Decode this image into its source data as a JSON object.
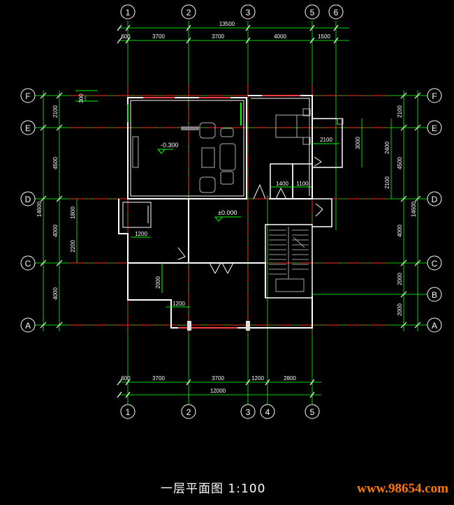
{
  "caption": "一层平面图 1:100",
  "watermark": "www.98654.com",
  "top_axes": [
    "1",
    "2",
    "3",
    "5",
    "6"
  ],
  "bottom_axes": [
    "1",
    "2",
    "3",
    "4",
    "5"
  ],
  "side_axes": [
    "F",
    "E",
    "D",
    "C",
    "B",
    "A"
  ],
  "top_dims": {
    "total": "13500",
    "segments": [
      "600",
      "3700",
      "3700",
      "4000",
      "1500"
    ]
  },
  "bottom_dims": {
    "total": "12000",
    "segments": [
      "600",
      "3700",
      "3700",
      "1200",
      "2800"
    ]
  },
  "left_dims": {
    "total": "14600",
    "outer": [
      "2100",
      "4500",
      "4000",
      "4000"
    ],
    "inner": [
      "300",
      "1800",
      "2200"
    ]
  },
  "right_dims": {
    "total": "14600",
    "outer": [
      "2100",
      "4500",
      "4000",
      "2000",
      "2000"
    ],
    "inner": [
      "3000",
      "2400",
      "2100"
    ]
  },
  "interior_dims": [
    "2100",
    "1400",
    "1100",
    "1200",
    "2000",
    "1200"
  ],
  "levels": [
    "-0.300",
    "±0.000"
  ],
  "colors": {
    "axis_green": "#00ff00",
    "axis_red": "#ff2a2a",
    "wall": "#ffffff",
    "furniture": "#b0b0b0",
    "background": "#000000"
  }
}
